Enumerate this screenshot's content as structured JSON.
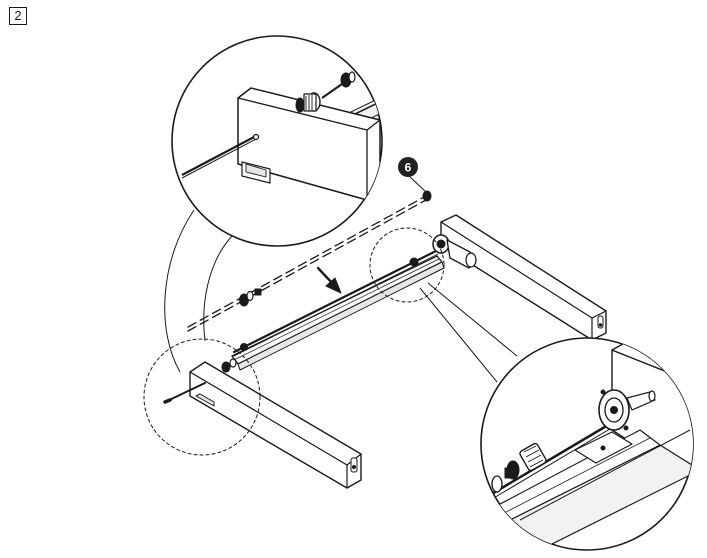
{
  "step": {
    "number": "2"
  },
  "callout": {
    "label": "6"
  },
  "colors": {
    "line": "#1a1a1a",
    "fill": "#ffffff",
    "shade": "#e6e6e6",
    "dark": "#222222"
  },
  "icons": [
    "step-number-box",
    "part-callout-badge",
    "direction-arrow",
    "magnifier-circle",
    "detail-circle"
  ]
}
